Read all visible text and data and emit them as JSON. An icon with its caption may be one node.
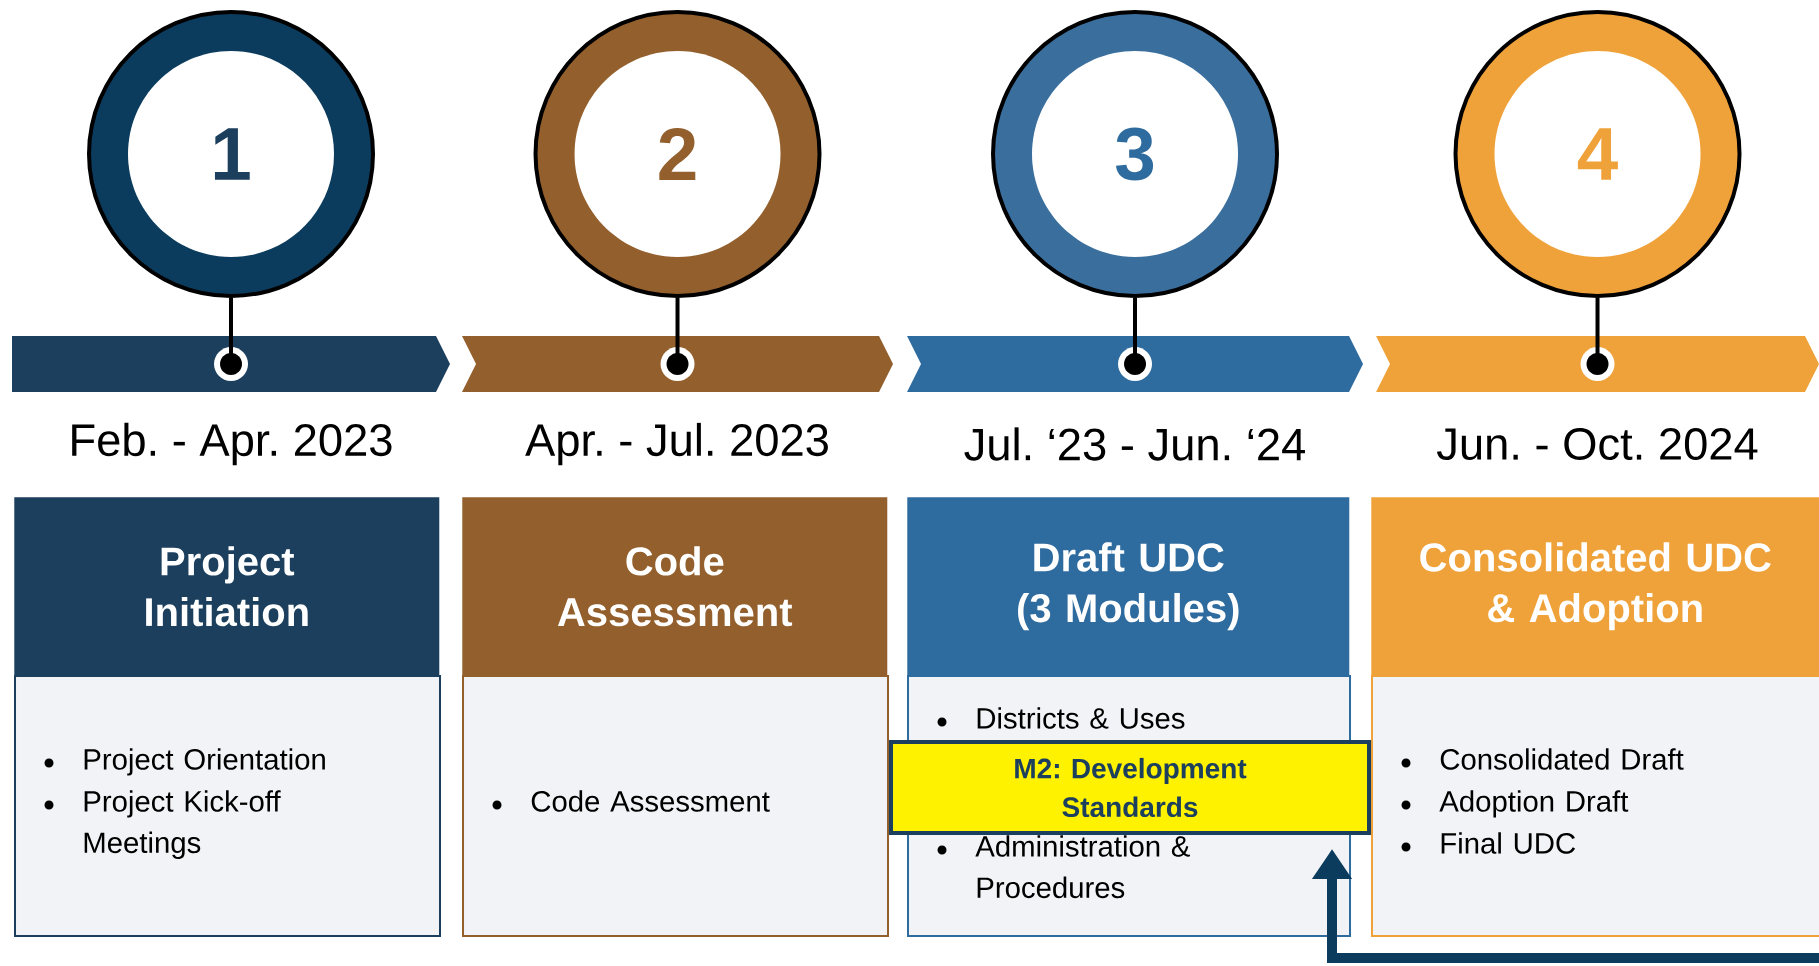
{
  "diagram": {
    "nodes": [
      {
        "text": [
          "1"
        ]
      },
      {
        "text": [
          "2"
        ]
      },
      {
        "text": [
          "3"
        ]
      },
      {
        "text": [
          "4"
        ]
      },
      {
        "text": [],
        "shape": "chevron"
      },
      {
        "text": [],
        "shape": "chevron"
      },
      {
        "text": [],
        "shape": "chevron"
      },
      {
        "text": [],
        "shape": "chevron"
      },
      {
        "text": [
          "Project Initiation"
        ]
      },
      {
        "text": [
          "Code Assessment"
        ]
      },
      {
        "text": [
          "Draft UDC (3 Modules)"
        ]
      },
      {
        "text": [
          "Consolidated UDC & Adoption"
        ]
      },
      {
        "text": [
          "Project Orientation",
          "Project Kick-off Meetings"
        ]
      },
      {
        "text": [
          "Code Assessment"
        ]
      },
      {
        "text": [
          "Districts & Uses",
          "Administration & Procedures"
        ]
      },
      {
        "text": [
          "Consolidated Draft",
          "Adoption Draft",
          "Final UDC"
        ]
      },
      {
        "text": [
          "M2: Development Standards"
        ]
      }
    ],
    "edges": [
      {
        "from": 0,
        "to": 4,
        "arrow": "other"
      },
      {
        "from": 1,
        "to": 5,
        "arrow": "other"
      },
      {
        "from": 2,
        "to": 6,
        "arrow": "other"
      },
      {
        "from": 3,
        "to": 7,
        "arrow": "other"
      },
      {
        "from": null,
        "to": 16,
        "arrow": "to",
        "style": "thick",
        "color": "#0b3c5d"
      }
    ],
    "labels": [
      "Feb. - Apr. 2023",
      "Apr. - Jul. 2023",
      "Jul. ‘23 - Jun. ‘24",
      "Jun. - Oct. 2024"
    ]
  }
}
